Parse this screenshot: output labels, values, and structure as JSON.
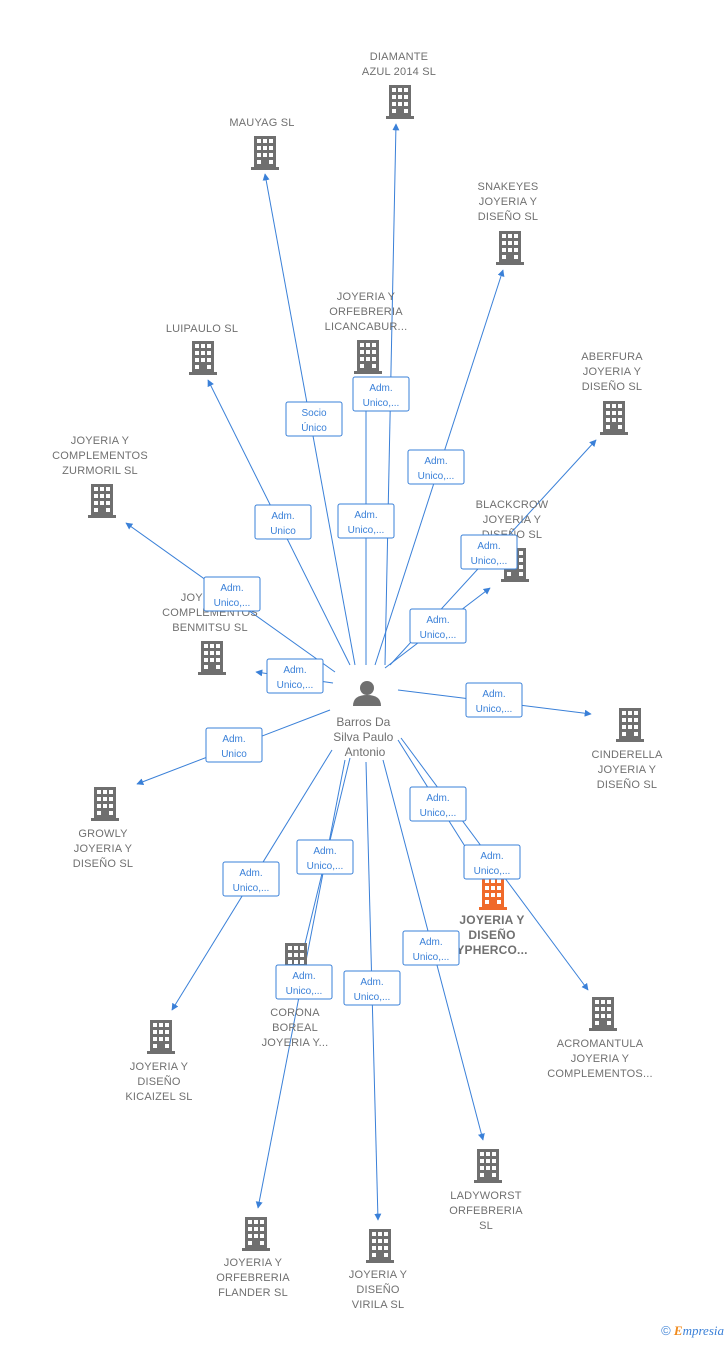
{
  "colors": {
    "edge": "#3a80d8",
    "building": "#6f6f6f",
    "building_highlight": "#f06a2a",
    "person": "#6f6f6f",
    "label": "#707070"
  },
  "center": {
    "icon": "person-icon",
    "label_lines": [
      "Barros Da",
      "Silva Paulo",
      "Antonio"
    ]
  },
  "nodes": [
    {
      "id": "diamante",
      "lines": [
        "DIAMANTE",
        "AZUL 2014 SL"
      ],
      "highlight": false
    },
    {
      "id": "mauyag",
      "lines": [
        "MAUYAG  SL"
      ],
      "highlight": false
    },
    {
      "id": "snakeyes",
      "lines": [
        "SNAKEYES",
        "JOYERIA Y",
        "DISEÑO  SL"
      ],
      "highlight": false
    },
    {
      "id": "licancabur",
      "lines": [
        "JOYERIA Y",
        "ORFEBRERIA",
        "LICANCABUR..."
      ],
      "highlight": false
    },
    {
      "id": "luipaulo",
      "lines": [
        "LUIPAULO  SL"
      ],
      "highlight": false
    },
    {
      "id": "aberfura",
      "lines": [
        "ABERFURA",
        "JOYERIA Y",
        "DISEÑO  SL"
      ],
      "highlight": false
    },
    {
      "id": "zurmoril",
      "lines": [
        "JOYERIA Y",
        "COMPLEMENTOS",
        "ZURMORIL  SL"
      ],
      "highlight": false
    },
    {
      "id": "blackcrow",
      "lines": [
        "BLACKCROW",
        "JOYERIA Y",
        "DISEÑO  SL"
      ],
      "highlight": false
    },
    {
      "id": "benmitsu",
      "lines": [
        "JOYERIA Y",
        "COMPLEMENTOS",
        "BENMITSU  SL"
      ],
      "highlight": false
    },
    {
      "id": "cinderella",
      "lines": [
        "CINDERELLA",
        "JOYERIA Y",
        "DISEÑO  SL"
      ],
      "highlight": false
    },
    {
      "id": "growly",
      "lines": [
        "GROWLY",
        "JOYERIA Y",
        "DISEÑO  SL"
      ],
      "highlight": false
    },
    {
      "id": "ypherco",
      "lines": [
        "JOYERIA Y",
        "DISEÑO",
        "YPHERCO..."
      ],
      "highlight": true
    },
    {
      "id": "acromantula",
      "lines": [
        "ACROMANTULA",
        "JOYERIA Y",
        "COMPLEMENTOS..."
      ],
      "highlight": false
    },
    {
      "id": "corona",
      "lines": [
        "CORONA",
        "BOREAL",
        "JOYERIA Y..."
      ],
      "highlight": false
    },
    {
      "id": "kicaizel",
      "lines": [
        "JOYERIA Y",
        "DISEÑO",
        "KICAIZEL  SL"
      ],
      "highlight": false
    },
    {
      "id": "ladyworst",
      "lines": [
        "LADYWORST",
        "ORFEBRERIA",
        "SL"
      ],
      "highlight": false
    },
    {
      "id": "flander",
      "lines": [
        "JOYERIA Y",
        "ORFEBRERIA",
        "FLANDER  SL"
      ],
      "highlight": false
    },
    {
      "id": "virila",
      "lines": [
        "JOYERIA Y",
        "DISEÑO",
        "VIRILA  SL"
      ],
      "highlight": false
    }
  ],
  "edges": [
    {
      "to": "diamante",
      "tag": [
        "Adm.",
        "Unico,..."
      ]
    },
    {
      "to": "mauyag",
      "tag": [
        "Socio",
        "Único"
      ]
    },
    {
      "to": "snakeyes",
      "tag": [
        "Adm.",
        "Unico,..."
      ]
    },
    {
      "to": "licancabur",
      "tag": [
        "Adm.",
        "Unico,..."
      ]
    },
    {
      "to": "luipaulo",
      "tag": [
        "Adm.",
        "Unico"
      ]
    },
    {
      "to": "aberfura",
      "tag": [
        "Adm.",
        "Unico,..."
      ]
    },
    {
      "to": "zurmoril",
      "tag": [
        "Adm.",
        "Unico,..."
      ]
    },
    {
      "to": "blackcrow",
      "tag": [
        "Adm.",
        "Unico,..."
      ]
    },
    {
      "to": "benmitsu",
      "tag": [
        "Adm.",
        "Unico,..."
      ]
    },
    {
      "to": "cinderella",
      "tag": [
        "Adm.",
        "Unico,..."
      ]
    },
    {
      "to": "growly",
      "tag": [
        "Adm.",
        "Unico"
      ]
    },
    {
      "to": "ypherco",
      "tag": [
        "Adm.",
        "Unico,..."
      ]
    },
    {
      "to": "acromantula",
      "tag": [
        "Adm.",
        "Unico,..."
      ]
    },
    {
      "to": "corona",
      "tag": [
        "Adm.",
        "Unico,..."
      ]
    },
    {
      "to": "kicaizel",
      "tag": [
        "Adm.",
        "Unico,..."
      ]
    },
    {
      "to": "ladyworst",
      "tag": [
        "Adm.",
        "Unico,..."
      ]
    },
    {
      "to": "flander",
      "tag": [
        "Adm.",
        "Unico,..."
      ]
    },
    {
      "to": "virila",
      "tag": [
        "Adm.",
        "Unico,..."
      ]
    }
  ],
  "footer": {
    "copyright": "©",
    "brand_initial": "E",
    "brand_rest": "mpresia"
  }
}
